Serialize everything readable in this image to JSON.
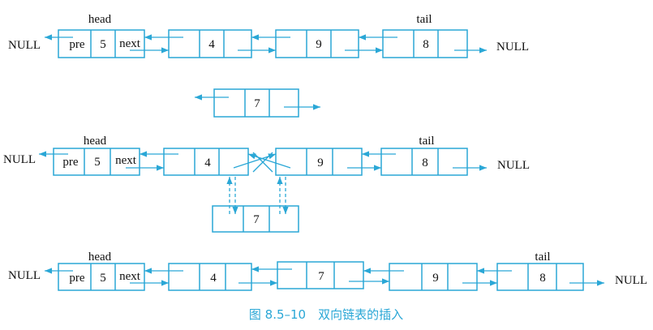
{
  "colors": {
    "box": "#2aa7d6",
    "arrow": "#2aa7d6",
    "text": "#111111",
    "caption": "#2aa7d6"
  },
  "null_text": "NULL",
  "head_label": "head",
  "tail_label": "tail",
  "pre_label": "pre",
  "next_label": "next",
  "values": {
    "head_value": "5",
    "node_a": "4",
    "node_b": "9",
    "node_c": "8",
    "new_node": "7"
  },
  "caption": "图 8.5–10　双向链表的插入"
}
